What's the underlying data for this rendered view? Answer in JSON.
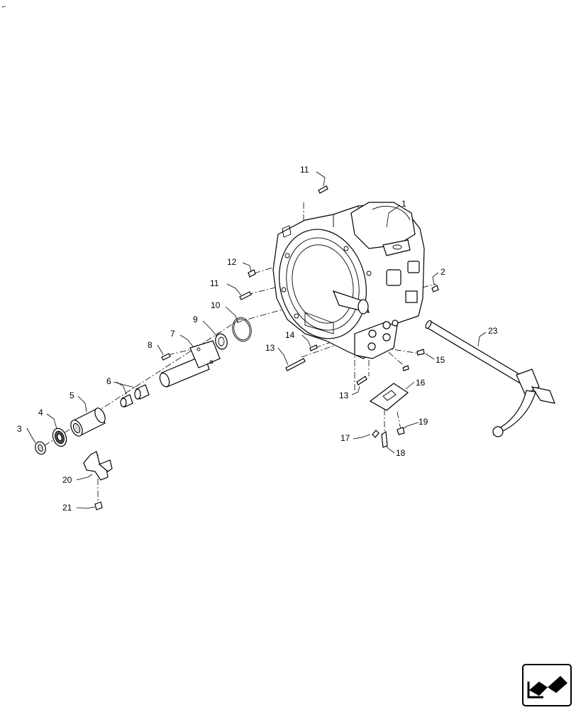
{
  "corner_mark": "⌐",
  "callouts": [
    {
      "id": "c1",
      "text": "1"
    },
    {
      "id": "c2",
      "text": "2"
    },
    {
      "id": "c3",
      "text": "3"
    },
    {
      "id": "c4",
      "text": "4"
    },
    {
      "id": "c5",
      "text": "5"
    },
    {
      "id": "c6",
      "text": "6"
    },
    {
      "id": "c7",
      "text": "7"
    },
    {
      "id": "c8",
      "text": "8"
    },
    {
      "id": "c9",
      "text": "9"
    },
    {
      "id": "c10",
      "text": "10"
    },
    {
      "id": "c11a",
      "text": "11"
    },
    {
      "id": "c11b",
      "text": "11"
    },
    {
      "id": "c12",
      "text": "12"
    },
    {
      "id": "c13",
      "text": "13"
    },
    {
      "id": "c14",
      "text": "14"
    },
    {
      "id": "c15",
      "text": "15"
    },
    {
      "id": "c16",
      "text": "16"
    },
    {
      "id": "c17",
      "text": "17"
    },
    {
      "id": "c18",
      "text": "18"
    },
    {
      "id": "c19",
      "text": "19"
    },
    {
      "id": "c20",
      "text": "20"
    },
    {
      "id": "c21",
      "text": "21"
    },
    {
      "id": "c22",
      "text": "22"
    },
    {
      "id": "c23",
      "text": "23"
    }
  ],
  "icons": {
    "nav": "back-arrow-icon"
  }
}
